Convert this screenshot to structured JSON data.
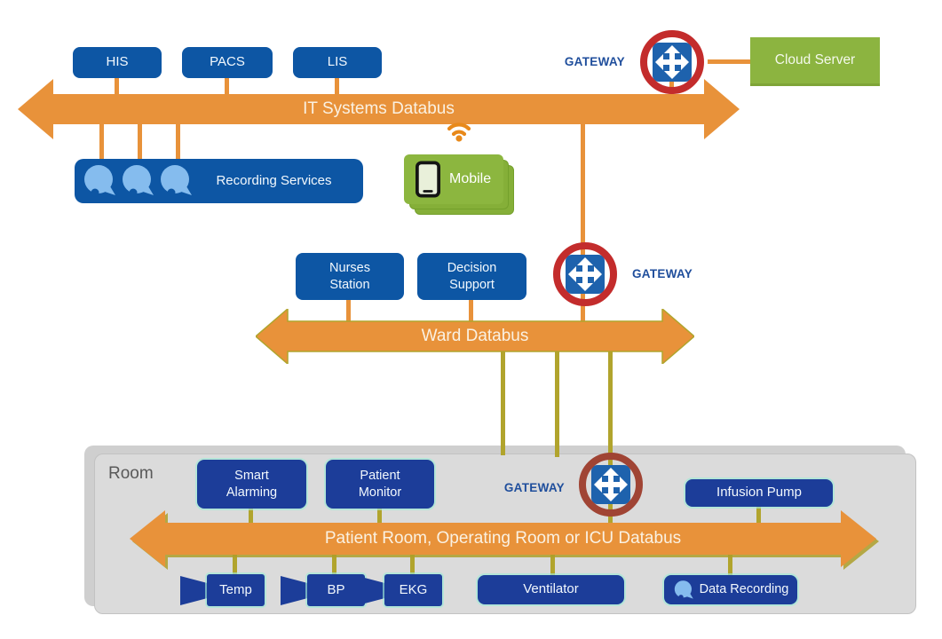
{
  "diagram": {
    "buses": {
      "it": "IT Systems Databus",
      "ward": "Ward Databus",
      "room": "Patient Room, Operating Room or ICU Databus"
    },
    "gateway_label": "GATEWAY",
    "nodes": {
      "his": "HIS",
      "pacs": "PACS",
      "lis": "LIS",
      "recording_services": "Recording Services",
      "cloud_server": "Cloud Server",
      "mobile": "Mobile",
      "nurses_station": "Nurses Station",
      "decision_support": "Decision Support",
      "room_label": "Room",
      "smart_alarming": "Smart Alarming",
      "patient_monitor": "Patient Monitor",
      "infusion_pump": "Infusion Pump",
      "temp": "Temp",
      "bp": "BP",
      "ekg": "EKG",
      "ventilator": "Ventilator",
      "data_recording": "Data Recording"
    },
    "colors": {
      "bus_orange": "#E8923A",
      "olive_connector": "#B1A42D",
      "node_blue": "#0D56A4",
      "room_node_blue": "#1C3D99",
      "green": "#8CB63F",
      "cloud_green": "#8CB440",
      "gateway_icon_blue": "#1E62AD",
      "gateway_ring_red": "#C32C2C",
      "room_gateway_ring_brown": "#A04434",
      "gateway_text_blue": "#1F4E9C",
      "room_gray": "#DBDBDB"
    }
  }
}
